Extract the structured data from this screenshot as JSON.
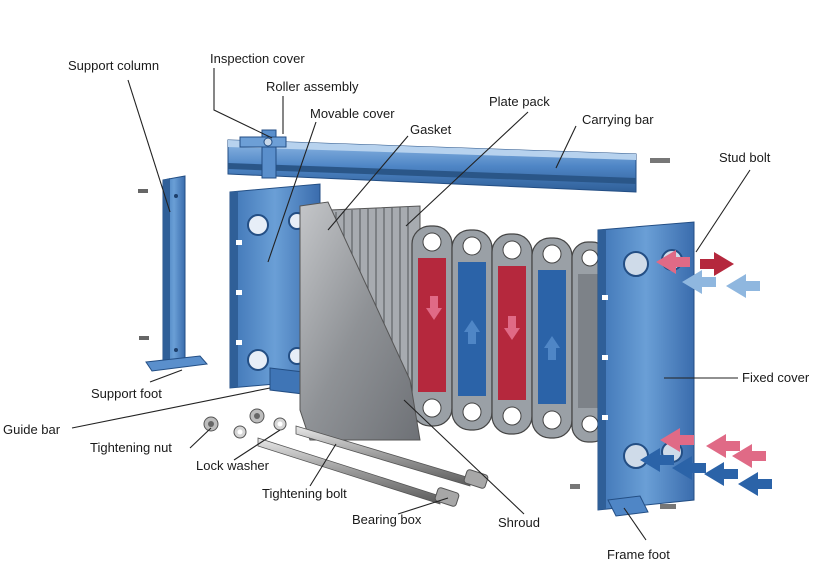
{
  "diagram": {
    "labels": {
      "support_column": "Support column",
      "inspection_cover": "Inspection cover",
      "roller_assembly": "Roller assembly",
      "movable_cover": "Movable cover",
      "gasket": "Gasket",
      "plate_pack": "Plate pack",
      "carrying_bar": "Carrying bar",
      "stud_bolt": "Stud bolt",
      "fixed_cover": "Fixed cover",
      "support_foot": "Support foot",
      "guide_bar": "Guide bar",
      "tightening_nut": "Tightening nut",
      "lock_washer": "Lock washer",
      "tightening_bolt": "Tightening bolt",
      "bearing_box": "Bearing box",
      "shroud": "Shroud",
      "frame_foot": "Frame foot"
    },
    "colors": {
      "steel_blue": "#4f86c6",
      "steel_dark": "#2f5f98",
      "hot_red": "#b5283d",
      "cold_blue": "#2b63a8",
      "hot_pink": "#e06a86",
      "cold_light": "#8fb7df",
      "shroud_gray": "#8f9296",
      "plate_gray": "#b9bcc0"
    }
  }
}
